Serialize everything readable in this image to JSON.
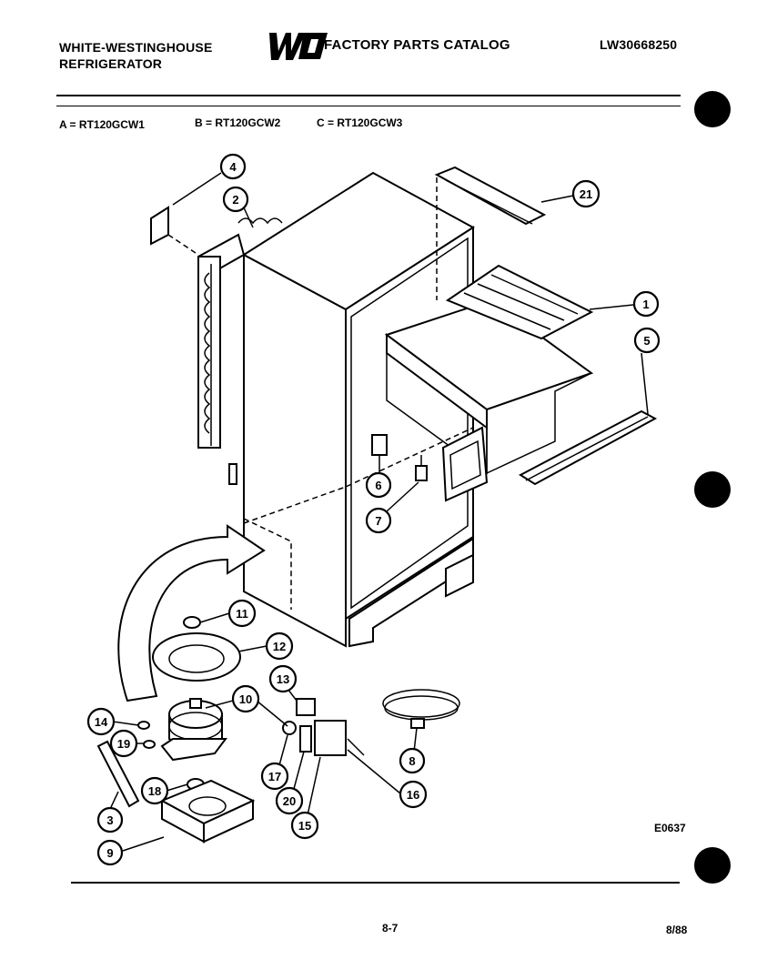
{
  "header": {
    "brand_line1": "WHITE-WESTINGHOUSE",
    "brand_line2": "REFRIGERATOR",
    "logo_text": "WCI",
    "catalog_title": "FACTORY PARTS CATALOG",
    "catalog_number": "LW30668250"
  },
  "models": {
    "a": "A = RT120GCW1",
    "b": "B = RT120GCW2",
    "c": "C = RT120GCW3"
  },
  "callouts": {
    "c1": "1",
    "c2": "2",
    "c3": "3",
    "c4": "4",
    "c5": "5",
    "c6": "6",
    "c7": "7",
    "c8": "8",
    "c9": "9",
    "c10": "10",
    "c11": "11",
    "c12": "12",
    "c13": "13",
    "c14": "14",
    "c15": "15",
    "c16": "16",
    "c17": "17",
    "c18": "18",
    "c19": "19",
    "c20": "20",
    "c21": "21"
  },
  "footer": {
    "diagram_code": "E0637",
    "page_number": "8-7",
    "date": "8/88"
  }
}
